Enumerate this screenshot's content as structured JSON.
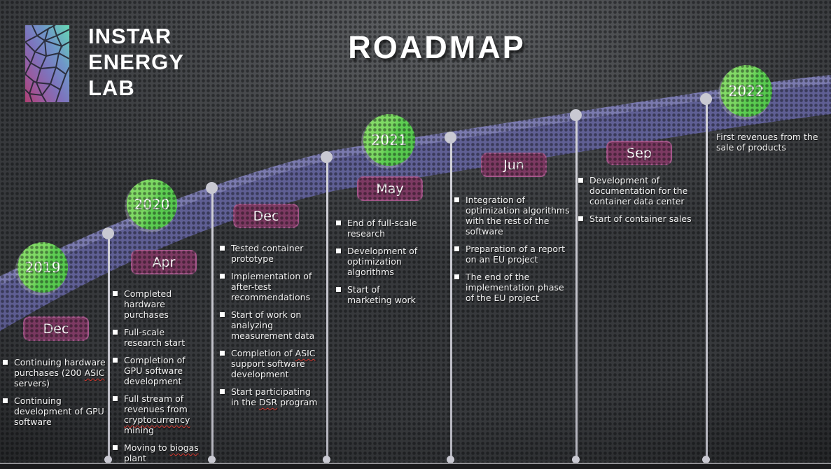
{
  "logo": {
    "lines": [
      "INSTAR",
      "ENERGY",
      "LAB"
    ]
  },
  "title": "ROADMAP",
  "years": [
    "2019",
    "2020",
    "2021",
    "2022"
  ],
  "columns": [
    {
      "month": "Dec",
      "bullets": true,
      "items": [
        {
          "text": "Continuing hardware purchases (200 ASIC servers)",
          "misspelled": [
            "ASIC"
          ]
        },
        {
          "text": "Continuing development of GPU software"
        }
      ]
    },
    {
      "month": "Apr",
      "bullets": true,
      "items": [
        {
          "text": "Completed hardware purchases"
        },
        {
          "text": "Full-scale research start"
        },
        {
          "text": "Completion of GPU software development"
        },
        {
          "text": "Full stream of revenues from cryptocurrency mining",
          "misspelled": [
            "cryptocurrency"
          ]
        },
        {
          "text": "Moving to biogas plant",
          "misspelled": [
            "biogas"
          ]
        }
      ]
    },
    {
      "month": "Dec",
      "bullets": true,
      "items": [
        {
          "text": "Tested container prototype"
        },
        {
          "text": "Implementation of after-test recommendations"
        },
        {
          "text": "Start of work on analyzing measurement data"
        },
        {
          "text": "Completion of ASIC support software development",
          "misspelled": [
            "ASIC"
          ]
        },
        {
          "text": "Start participating in the DSR program",
          "misspelled": [
            "DSR"
          ]
        }
      ]
    },
    {
      "month": "May",
      "bullets": true,
      "items": [
        {
          "text": "End of full-scale research"
        },
        {
          "text": "Development of optimization algorithms"
        },
        {
          "text": "Start of marketing work"
        }
      ]
    },
    {
      "month": "Jun",
      "bullets": true,
      "items": [
        {
          "text": "Integration of optimization algorithms with the rest of the software"
        },
        {
          "text": "Preparation of a report on an EU project"
        },
        {
          "text": "The end of the implementation phase of the EU project"
        }
      ]
    },
    {
      "month": "Sep",
      "bullets": true,
      "items": [
        {
          "text": "Development of documentation for the container data center"
        },
        {
          "text": "Start of container sales"
        }
      ]
    },
    {
      "month": null,
      "bullets": false,
      "items": [
        {
          "text": "First revenues from the sale of products"
        }
      ]
    }
  ],
  "accent_colors": {
    "band": "#62629b",
    "band_highlight": "#9191c4",
    "circle_green_light": "#8add6b",
    "circle_green_dark": "#4fc24a",
    "month_fill": "#7d3a63",
    "month_border": "#a4578a",
    "spellcheck_squiggle": "#d63a31",
    "text": "#f1f1f1"
  }
}
